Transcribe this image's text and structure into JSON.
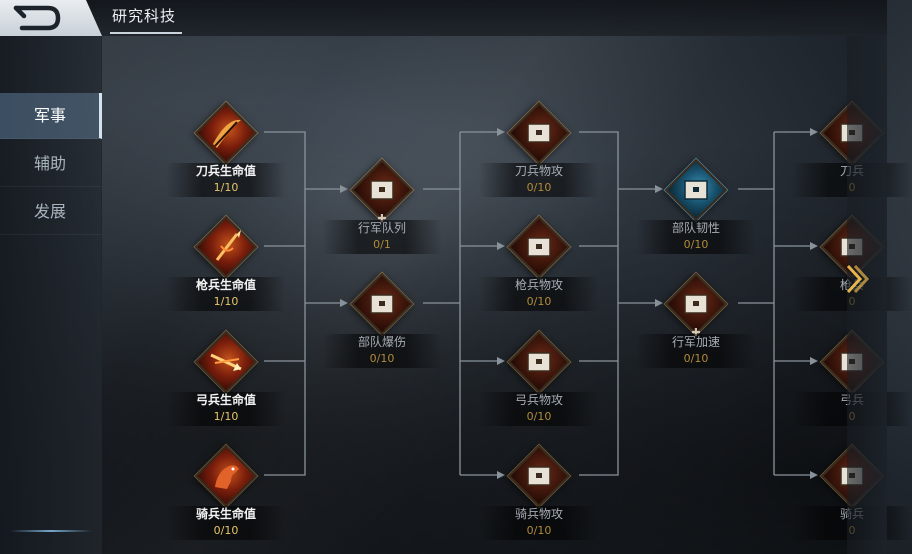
{
  "header": {
    "title": "研究科技"
  },
  "sidebar": {
    "items": [
      {
        "label": "军事",
        "active": true
      },
      {
        "label": "辅助",
        "active": false
      },
      {
        "label": "发展",
        "active": false
      }
    ]
  },
  "colors": {
    "level_text": "#e9c46a",
    "active_tab": "#5a7896",
    "connector": "#8a939c"
  },
  "tree": {
    "nodes": [
      {
        "id": "n1",
        "name": "刀兵生命值",
        "level": "1/10",
        "icon": "blade-icon",
        "state": "active"
      },
      {
        "id": "n2",
        "name": "枪兵生命值",
        "level": "1/10",
        "icon": "spear-icon",
        "state": "active"
      },
      {
        "id": "n3",
        "name": "弓兵生命值",
        "level": "1/10",
        "icon": "arrow-icon",
        "state": "active"
      },
      {
        "id": "n4",
        "name": "骑兵生命值",
        "level": "0/10",
        "icon": "horse-icon",
        "state": "active"
      },
      {
        "id": "n5",
        "name": "行军队列",
        "level": "0/1",
        "icon": "locked-chest-icon",
        "state": "locked",
        "plus": true
      },
      {
        "id": "n6",
        "name": "部队爆伤",
        "level": "0/10",
        "icon": "locked-chest-icon",
        "state": "locked"
      },
      {
        "id": "n7",
        "name": "刀兵物攻",
        "level": "0/10",
        "icon": "locked-chest-icon",
        "state": "locked"
      },
      {
        "id": "n8",
        "name": "枪兵物攻",
        "level": "0/10",
        "icon": "locked-chest-icon",
        "state": "locked"
      },
      {
        "id": "n9",
        "name": "弓兵物攻",
        "level": "0/10",
        "icon": "locked-chest-icon",
        "state": "locked"
      },
      {
        "id": "n10",
        "name": "骑兵物攻",
        "level": "0/10",
        "icon": "locked-chest-icon",
        "state": "locked"
      },
      {
        "id": "n11",
        "name": "部队韧性",
        "level": "0/10",
        "icon": "locked-chest-icon",
        "state": "locked-blue"
      },
      {
        "id": "n12",
        "name": "行军加速",
        "level": "0/10",
        "icon": "locked-chest-icon",
        "state": "locked",
        "plus": true
      },
      {
        "id": "n13",
        "name": "刀兵",
        "level": "0",
        "icon": "locked-chest-icon",
        "state": "locked"
      },
      {
        "id": "n14",
        "name": "枪兵",
        "level": "0",
        "icon": "locked-chest-icon",
        "state": "locked"
      },
      {
        "id": "n15",
        "name": "弓兵",
        "level": "0",
        "icon": "locked-chest-icon",
        "state": "locked"
      },
      {
        "id": "n16",
        "name": "骑兵",
        "level": "0",
        "icon": "locked-chest-icon",
        "state": "locked"
      }
    ]
  },
  "nav": {
    "next_icon": "chevron-right-icon"
  }
}
